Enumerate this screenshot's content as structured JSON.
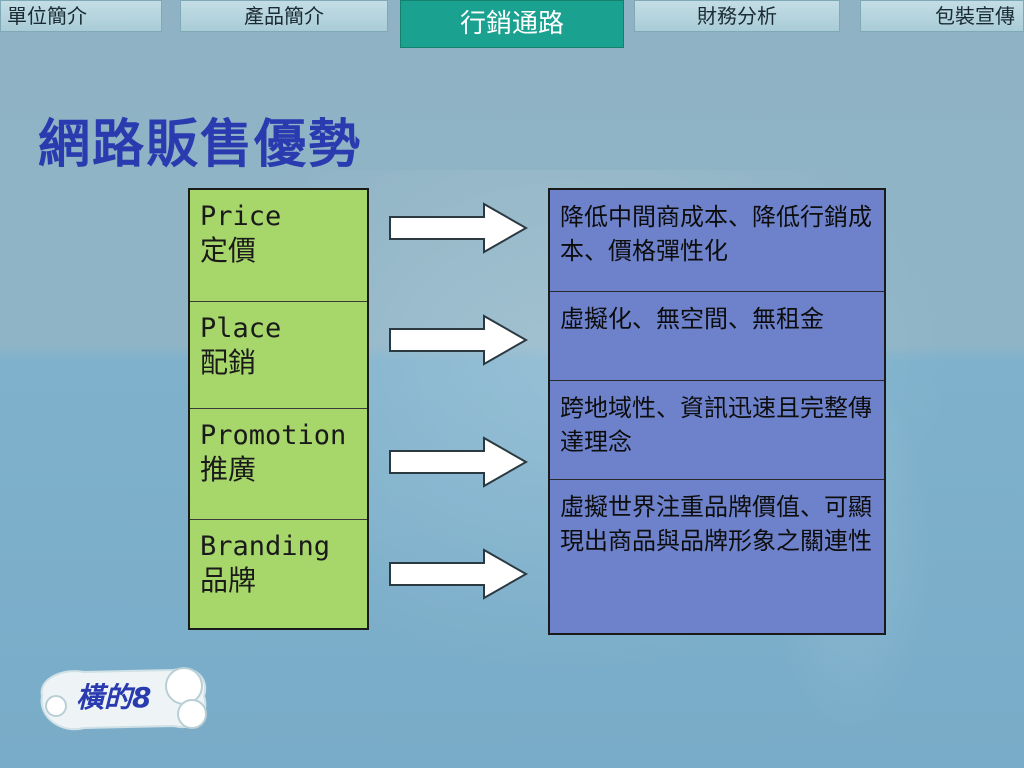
{
  "nav": {
    "tabs": [
      {
        "label": "單位簡介",
        "active": false
      },
      {
        "label": "產品簡介",
        "active": false
      },
      {
        "label": "行銷通路",
        "active": true
      },
      {
        "label": "財務分析",
        "active": false
      },
      {
        "label": "包裝宣傳",
        "active": false
      }
    ]
  },
  "slide": {
    "title": "網路販售優勢",
    "items": [
      {
        "en": "Price",
        "zh": "定價",
        "desc": "降低中間商成本、降低行銷成本、價格彈性化"
      },
      {
        "en": "Place",
        "zh": "配銷",
        "desc": "虛擬化、無空間、無租金"
      },
      {
        "en": "Promotion",
        "zh": "推廣",
        "desc": "跨地域性、資訊迅速且完整傳達理念"
      },
      {
        "en": "Branding",
        "zh": "品牌",
        "desc": "虛擬世界注重品牌價值、可顯現出商品與品牌形象之關連性"
      }
    ]
  },
  "logo": {
    "text": "橫的8"
  },
  "colors": {
    "accent_tab": "#1aa18f",
    "title": "#2a3bb0",
    "left_fill": "#a7d66a",
    "right_fill": "#6e82cc"
  }
}
